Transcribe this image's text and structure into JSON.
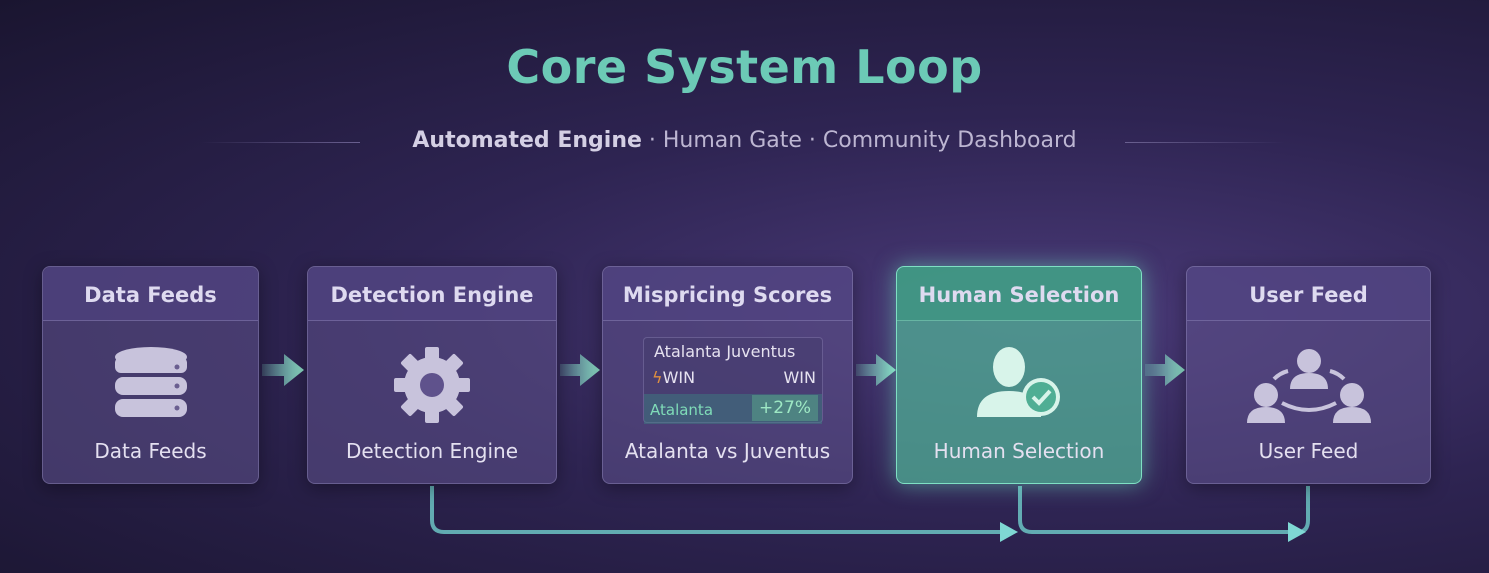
{
  "title": "Core System Loop",
  "subtitle": {
    "part1": "Automated Engine",
    "sep1": " · ",
    "part2": "Human Gate",
    "sep2": " · ",
    "part3": "Community Dashboard"
  },
  "boxes": [
    {
      "header": "Data Feeds",
      "label": "Data Feeds",
      "icon": "database-icon"
    },
    {
      "header": "Detection Engine",
      "label": "Detection Engine",
      "icon": "gear-icon"
    },
    {
      "header": "Mispricing Scores",
      "label": "Atalanta vs Juventus",
      "icon": "score-card"
    },
    {
      "header": "Human Selection",
      "label": "Human Selection",
      "icon": "user-check-icon"
    },
    {
      "header": "User Feed",
      "label": "User Feed",
      "icon": "community-icon"
    }
  ],
  "score_card": {
    "team1": "Atalanta",
    "team2": "Juventus",
    "win1": "WIN",
    "win2": "WIN",
    "pick": "Atalanta",
    "edge": "+27%"
  },
  "colors": {
    "accent": "#6ccab6",
    "highlight": "#50af96",
    "arrow": "#7fd8c4"
  }
}
